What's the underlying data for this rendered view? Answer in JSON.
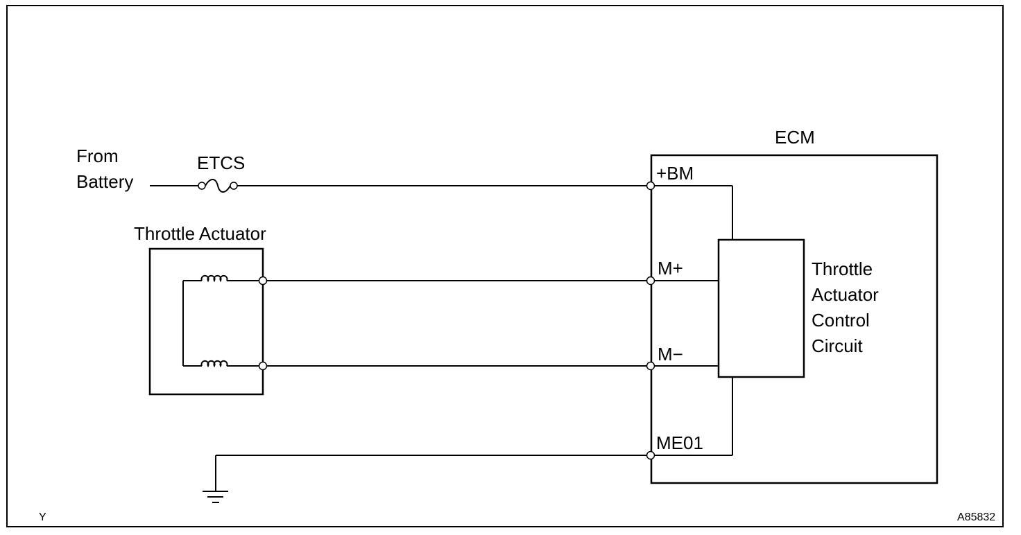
{
  "source": {
    "line1": "From",
    "line2": "Battery"
  },
  "fuse": {
    "label": "ETCS"
  },
  "ecm": {
    "label": "ECM"
  },
  "actuator": {
    "label": "Throttle Actuator"
  },
  "control_circuit": {
    "lines": [
      "Throttle",
      "Actuator",
      "Control",
      "Circuit"
    ]
  },
  "terminals": {
    "bm": "+BM",
    "m_plus": "M+",
    "m_minus": "M−",
    "me01": "ME01"
  },
  "footer": {
    "left_code": "Y",
    "figure_id": "A85832"
  }
}
